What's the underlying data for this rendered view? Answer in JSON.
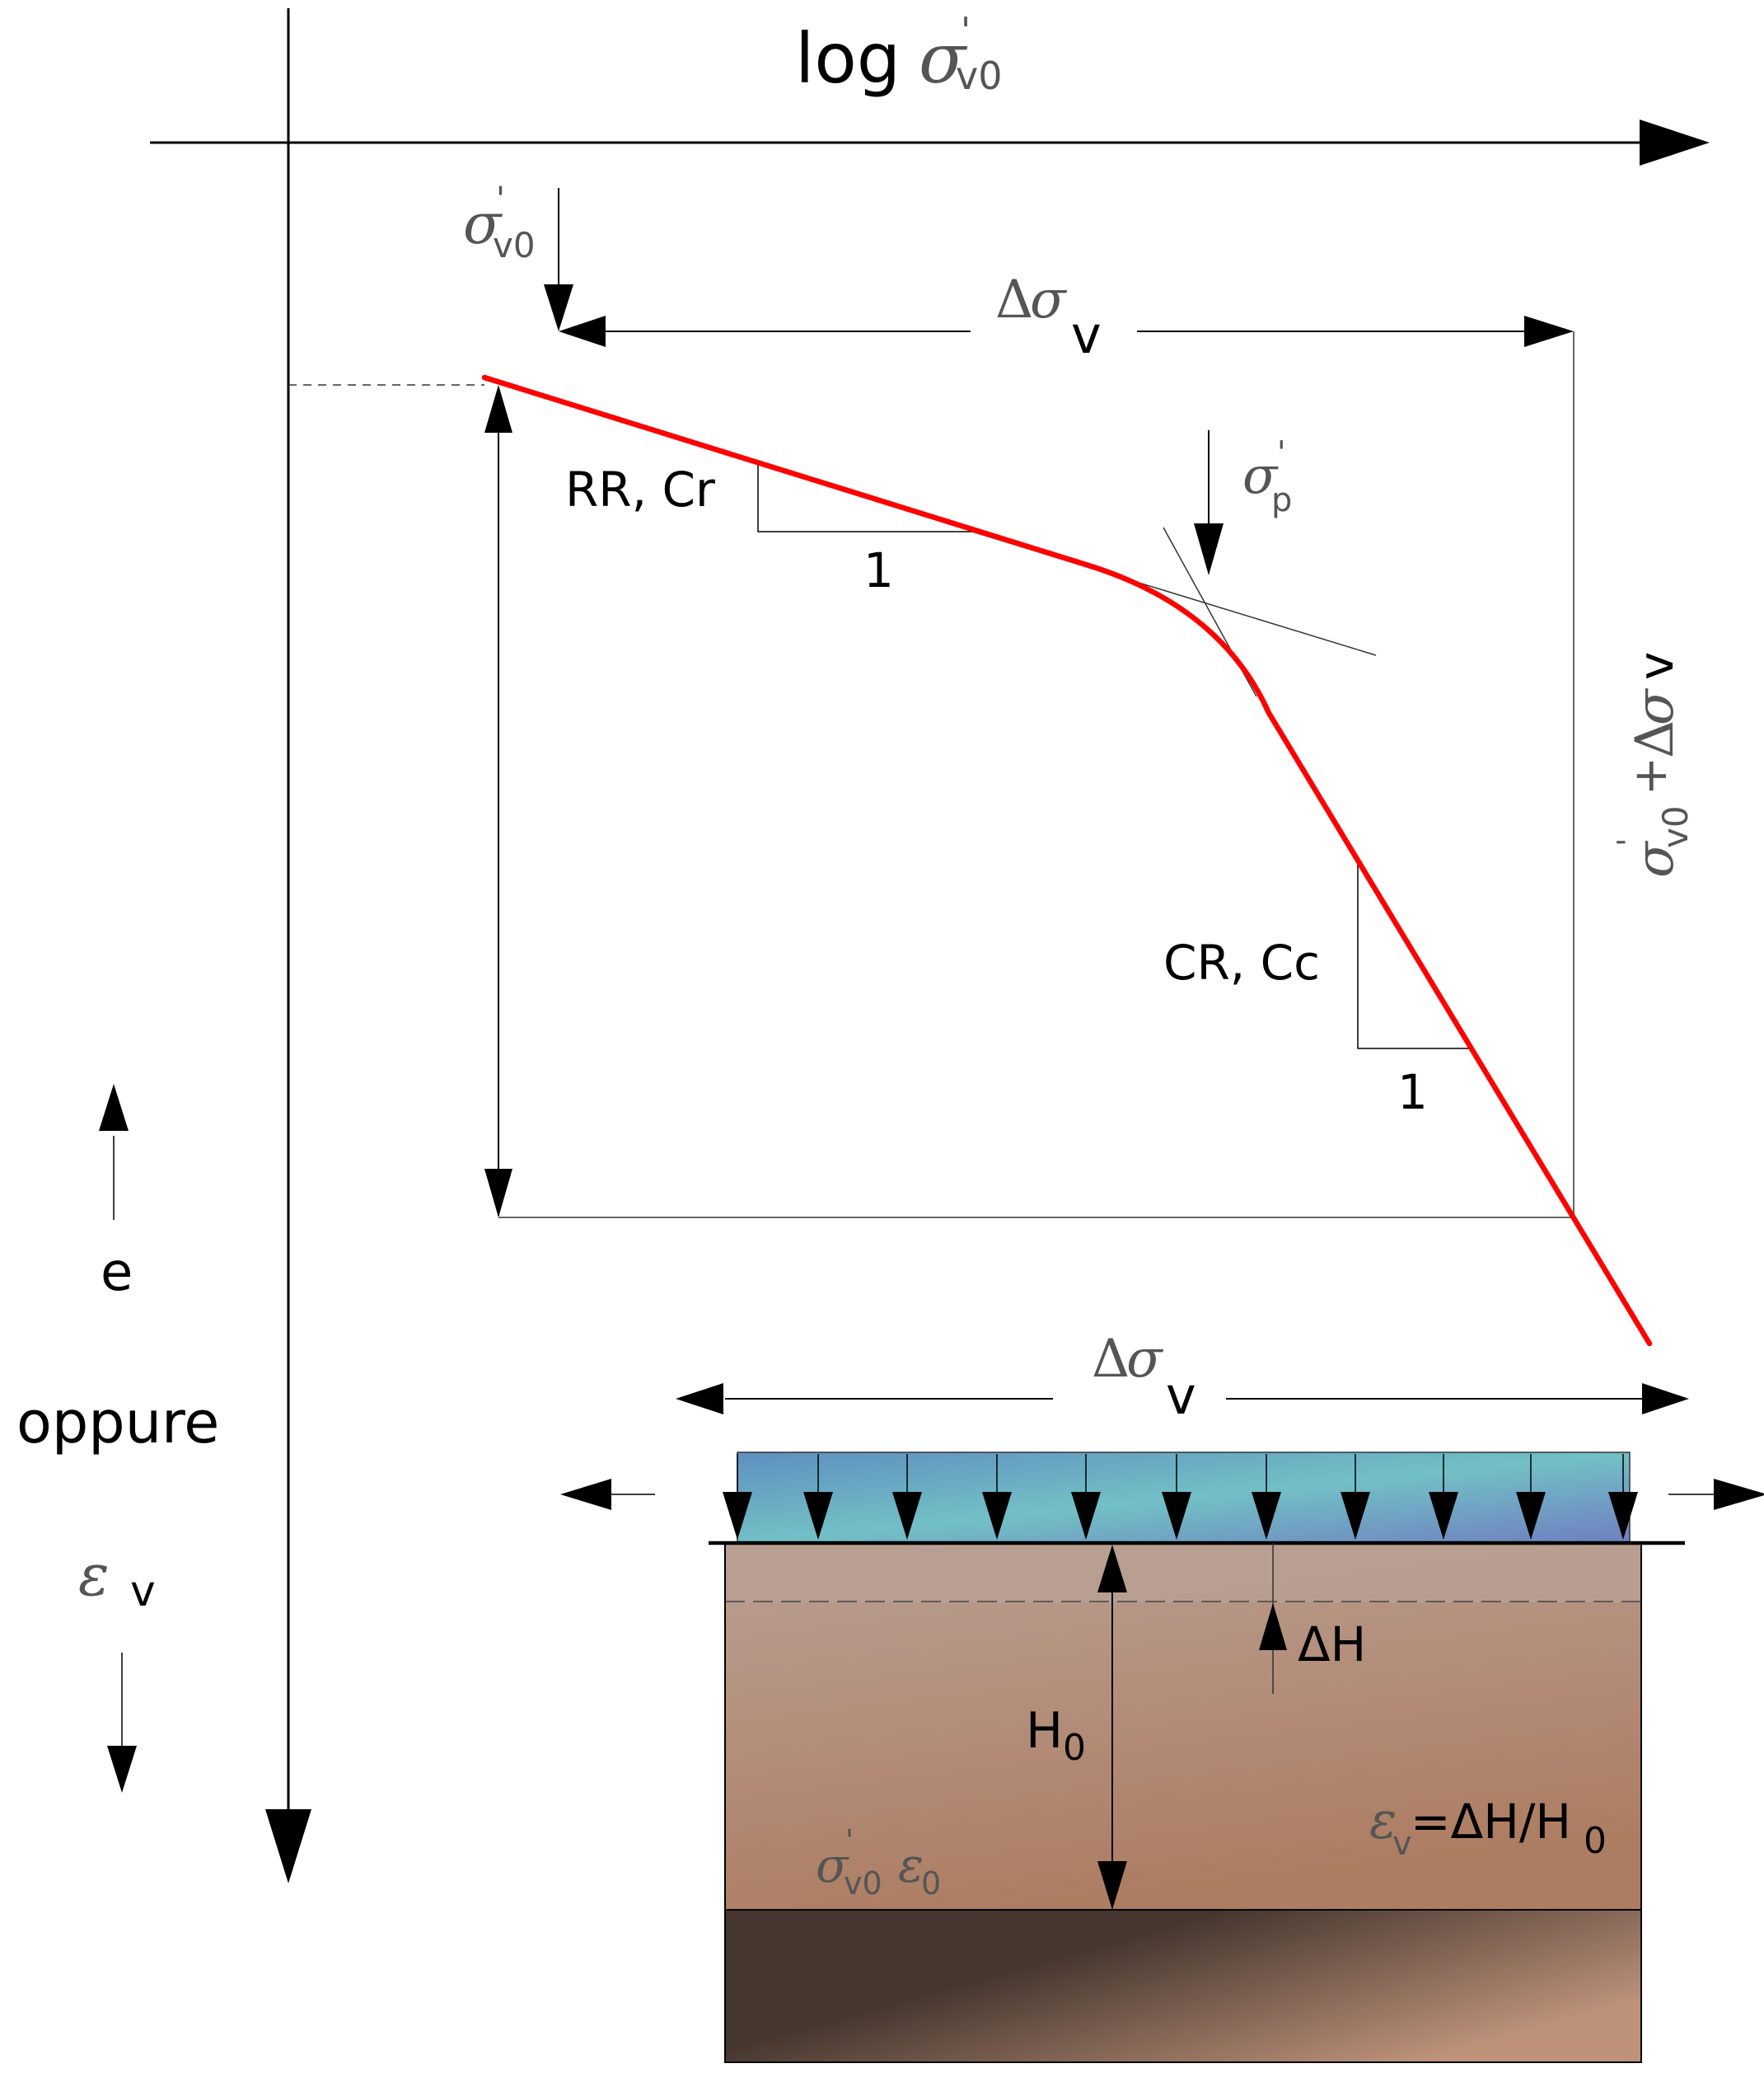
{
  "axes": {
    "x_log": "log",
    "sigma": "σ",
    "prime": "'",
    "sub_v0": "v0",
    "sub_v": "v",
    "sub_p": "p",
    "sub_0": "0",
    "y_e": "e",
    "y_oppure": "oppure",
    "y_eps": "ε"
  },
  "labels": {
    "delta": "Δ",
    "plus": "+",
    "rr_cr": "RR, Cr",
    "cr_cc": "CR, Cc",
    "one_a": "1",
    "one_b": "1",
    "delta_h": "ΔH",
    "h": "H",
    "eps_eq": "=ΔH/H",
    "eps_0": "ε",
    "sub_0b": "0"
  },
  "colors": {
    "curve": "#ff0000",
    "line": "#000000",
    "thin": "#333333",
    "label_grey": "#555555",
    "load_left": "#5f8fbf",
    "load_mid": "#72c0c6",
    "load_right": "#6f7fc0",
    "soil_top": "#b9a093",
    "soil_mid": "#ad7d62",
    "bedrock_dark": "#45362f",
    "bedrock_light": "#bd9279"
  },
  "icons": [
    "arrow-down-icon",
    "arrow-up-icon",
    "arrow-left-icon",
    "arrow-right-icon"
  ]
}
